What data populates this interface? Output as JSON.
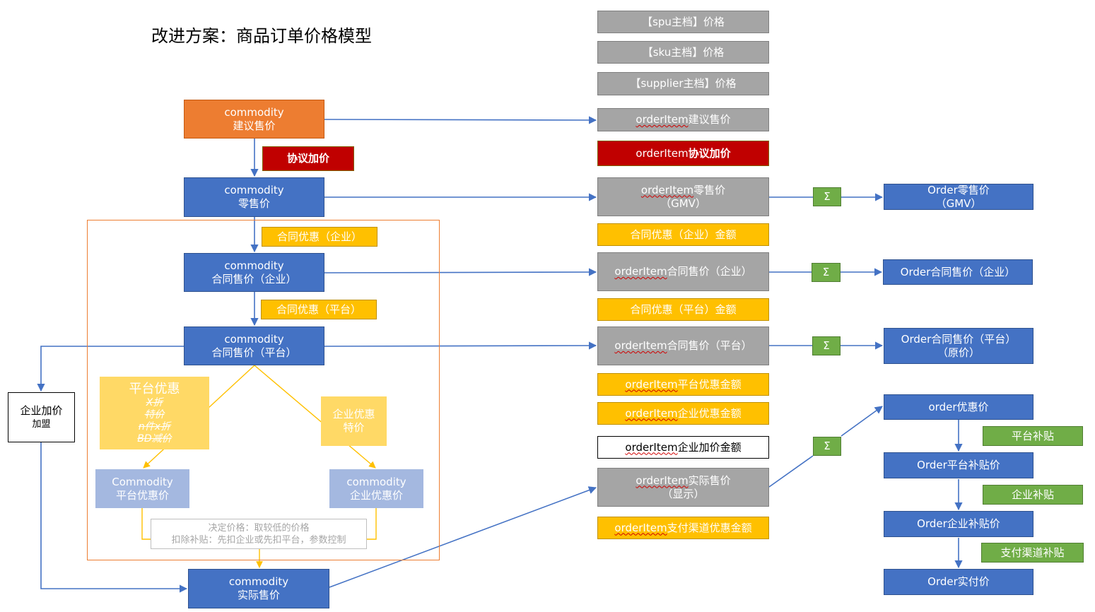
{
  "title": "改进方案：商品订单价格模型",
  "top_gray": {
    "spu": "【spu主档】价格",
    "sku": "【sku主档】价格",
    "supplier": "【supplier主档】价格"
  },
  "commodity": {
    "suggested_l1": "commodity",
    "suggested_l2": "建议售价",
    "retail_l1": "commodity",
    "retail_l2": "零售价",
    "contract_ent_l1": "commodity",
    "contract_ent_l2": "合同售价（企业）",
    "contract_plat_l1": "commodity",
    "contract_plat_l2": "合同售价（平台）",
    "actual_l1": "commodity",
    "actual_l2": "实际售价",
    "plat_promo_l1": "Commodity",
    "plat_promo_l2": "平台优惠价",
    "ent_promo_l1": "commodity",
    "ent_promo_l2": "企业优惠价"
  },
  "labels": {
    "agreed_markup": "协议加价",
    "contract_discount_ent": "合同优惠（企业）",
    "contract_discount_plat": "合同优惠（平台）"
  },
  "platform_promo": {
    "title": "平台优惠",
    "items": [
      "X折",
      "特价",
      "n件x折",
      "BD减价"
    ]
  },
  "enterprise_promo": {
    "line1": "企业优惠",
    "line2": "特价"
  },
  "enterprise_markup": {
    "line1": "企业加价",
    "line2": "加盟"
  },
  "decision_note": {
    "line1": "决定价格：取较低的价格",
    "line2": "扣除补贴：先扣企业或先扣平台，参数控制"
  },
  "order_item": {
    "u": "orderItem",
    "suggested": "建议售价",
    "agreed_markup": "协议加价",
    "retail": "零售价",
    "retail_sub": "（GMV）",
    "contract_ent_amount": "合同优惠（企业）金额",
    "contract_ent": "合同售价（企业）",
    "contract_plat_amount": "合同优惠（平台）金额",
    "contract_plat": "合同售价（平台）",
    "plat_promo_amount": "平台优惠金额",
    "ent_promo_amount": "企业优惠金额",
    "ent_markup_amount": "企业加价金额",
    "actual": "实际售价",
    "actual_sub": "（显示）",
    "pay_channel_amount": "支付渠道优惠金额"
  },
  "sigma": "Σ",
  "order": {
    "retail": "Order零售价",
    "retail_sub": "（GMV）",
    "contract_ent": "Order合同售价（企业）",
    "contract_plat": "Order合同售价（平台）",
    "contract_plat_sub": "（原价）",
    "promo": "order优惠价",
    "plat_subsidy": "平台补贴",
    "plat_subsidy_price": "Order平台补贴价",
    "ent_subsidy": "企业补贴",
    "ent_subsidy_price": "Order企业补贴价",
    "pay_subsidy": "支付渠道补贴",
    "paid": "Order实付价"
  },
  "colors": {
    "blue": "#4472c4",
    "orange": "#ed7d31",
    "gray": "#a5a5a5",
    "gold": "#ffc000",
    "red": "#c00000",
    "green": "#70ad47",
    "light_gold": "#ffd966",
    "light_blue": "#a4b8e0"
  }
}
